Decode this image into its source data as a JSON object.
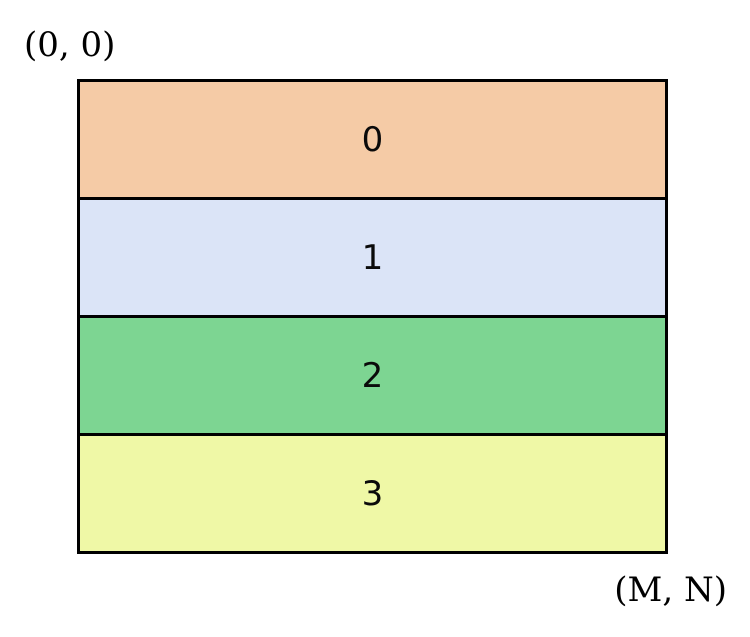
{
  "diagram": {
    "origin_label": "(0, 0)",
    "end_label": "(M, N)",
    "border_color": "#000000",
    "background_color": "#ffffff",
    "bands": [
      {
        "label": "0",
        "color": "#f5cba6"
      },
      {
        "label": "1",
        "color": "#dbe4f7"
      },
      {
        "label": "2",
        "color": "#7dd592"
      },
      {
        "label": "3",
        "color": "#eff8a6"
      }
    ]
  }
}
